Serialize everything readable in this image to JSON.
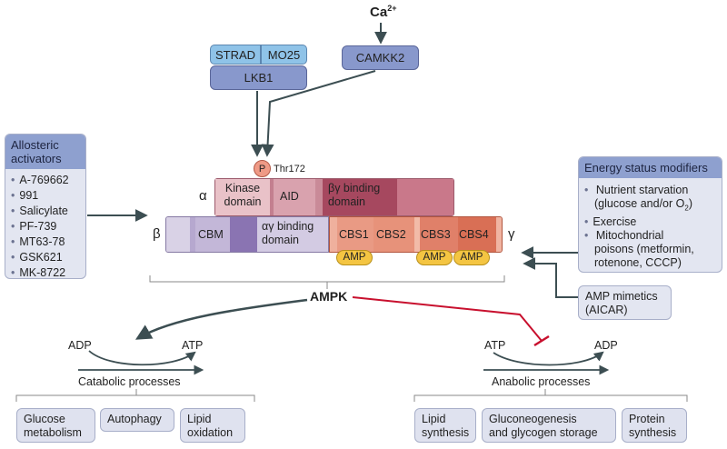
{
  "calcium": {
    "base": "Ca",
    "sup": "2+"
  },
  "complexes": {
    "strad": "STRAD",
    "mo25": "MO25",
    "lkb1": "LKB1",
    "camkk2": "CAMKK2"
  },
  "phospho": {
    "p": "P",
    "site": "Thr172"
  },
  "alpha": {
    "greek": "α",
    "kinase_line1": "Kinase",
    "kinase_line2": "domain",
    "aid": "AID",
    "bg_line1": "βγ binding",
    "bg_line2": "domain"
  },
  "beta": {
    "greek": "β",
    "cbm": "CBM",
    "ag_line1": "αγ binding",
    "ag_line2": "domain"
  },
  "gamma": {
    "greek": "γ",
    "cbs": [
      "CBS1",
      "CBS2",
      "CBS3",
      "CBS4"
    ],
    "amp": "AMP"
  },
  "allosteric": {
    "title_line1": "Allosteric",
    "title_line2": "activators",
    "items": [
      "A-769662",
      "991",
      "Salicylate",
      "PF-739",
      "MT63-78",
      "GSK621",
      "MK-8722"
    ]
  },
  "energy": {
    "title": "Energy status modifiers",
    "items": [
      {
        "lines": [
          "Nutrient starvation",
          "(glucose and/or O"
        ],
        "sub": "2",
        "after": ")"
      },
      {
        "lines": [
          "Exercise"
        ]
      },
      {
        "lines": [
          "Mitochondrial",
          "poisons (metformin,",
          "rotenone, CCCP)"
        ]
      }
    ]
  },
  "mimetics": {
    "line1": "AMP mimetics",
    "line2": "(AICAR)"
  },
  "ampk": "AMPK",
  "catabolic": {
    "adp": "ADP",
    "atp": "ATP",
    "label": "Catabolic processes",
    "items": [
      {
        "line1": "Glucose",
        "line2": "metabolism"
      },
      {
        "line1": "Autophagy",
        "line2": ""
      },
      {
        "line1": "Lipid",
        "line2": "oxidation"
      }
    ]
  },
  "anabolic": {
    "atp": "ATP",
    "adp": "ADP",
    "label": "Anabolic processes",
    "items": [
      {
        "line1": "Lipid",
        "line2": "synthesis"
      },
      {
        "line1": "Gluconeogenesis",
        "line2": "and glycogen storage"
      },
      {
        "line1": "Protein",
        "line2": "synthesis"
      }
    ]
  },
  "colors": {
    "arrow": "#3c4e52",
    "inhibit": "#c8102e",
    "alpha_body": "#d69ba6",
    "alpha_dark": "#a6485f",
    "beta_body": "#c8bedb",
    "beta_dark": "#8a74b2",
    "gamma_body": "#e5866c",
    "amp_yellow": "#f4c542",
    "box_blue": "#8ea0cf",
    "outcome_bg": "#dfe2ef"
  }
}
